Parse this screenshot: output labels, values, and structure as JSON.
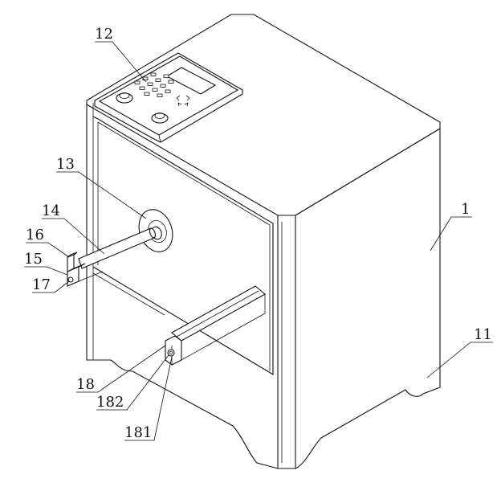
{
  "labels": {
    "l1": "1",
    "l11": "11",
    "l12": "12",
    "l13": "13",
    "l14": "14",
    "l15": "15",
    "l16": "16",
    "l17": "17",
    "l18": "18",
    "l181": "181",
    "l182": "182"
  },
  "colors": {
    "line": "#111111",
    "paper": "#ffffff"
  }
}
